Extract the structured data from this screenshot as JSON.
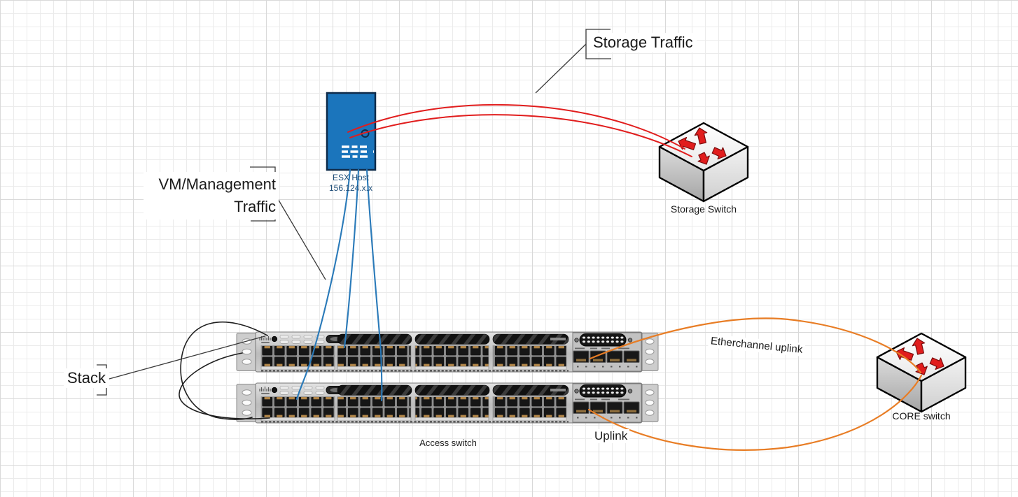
{
  "labels": {
    "storage_traffic": "Storage Traffic",
    "vm_management_line1": "VM/Management",
    "vm_management_line2": "Traffic",
    "stack": "Stack",
    "esx_host_name": "ESX Host",
    "esx_host_ip": "156.124.x.x",
    "storage_switch": "Storage Switch",
    "core_switch": "CORE switch",
    "access_switch": "Access switch",
    "uplink": "Uplink",
    "etherchannel_uplink": "Etherchannel uplink"
  },
  "colors": {
    "storage-link": "#e11d1d",
    "vm-link": "#2a7ab9",
    "uplink-link": "#e87d25",
    "stack-cable": "#1f1f1f",
    "esx-fill": "#1b75bc",
    "esx-text": "#1f4e79",
    "switch-arrow": "#e11d1d",
    "grid-minor": "#ebebeb",
    "grid-major": "#d9d9d9",
    "label-text": "#1a1a1a"
  },
  "nodes": [
    {
      "id": "esx-host",
      "label": "ESX Host 156.124.x.x",
      "type": "server"
    },
    {
      "id": "storage-switch",
      "label": "Storage Switch",
      "type": "switch-3d"
    },
    {
      "id": "core-switch",
      "label": "CORE switch",
      "type": "switch-3d"
    },
    {
      "id": "access-switch-1",
      "label": "Access switch",
      "type": "cisco-48port-switch"
    },
    {
      "id": "access-switch-2",
      "label": "Access switch",
      "type": "cisco-48port-switch"
    }
  ],
  "connections": [
    {
      "from": "esx-host",
      "to": "storage-switch",
      "label": "Storage Traffic",
      "color": "red",
      "count": 2
    },
    {
      "from": "esx-host",
      "to": "access-switch-1",
      "label": "VM/Management Traffic",
      "color": "blue",
      "count": 1
    },
    {
      "from": "esx-host",
      "to": "access-switch-2",
      "label": "VM/Management Traffic",
      "color": "blue",
      "count": 2
    },
    {
      "from": "access-switch-1",
      "to": "access-switch-2",
      "label": "Stack",
      "color": "black",
      "count": 2
    },
    {
      "from": "access-switch-1",
      "to": "core-switch",
      "label": "Etherchannel uplink",
      "color": "orange",
      "count": 1
    },
    {
      "from": "access-switch-2",
      "to": "core-switch",
      "label": "Uplink / Etherchannel uplink",
      "color": "orange",
      "count": 1
    }
  ]
}
